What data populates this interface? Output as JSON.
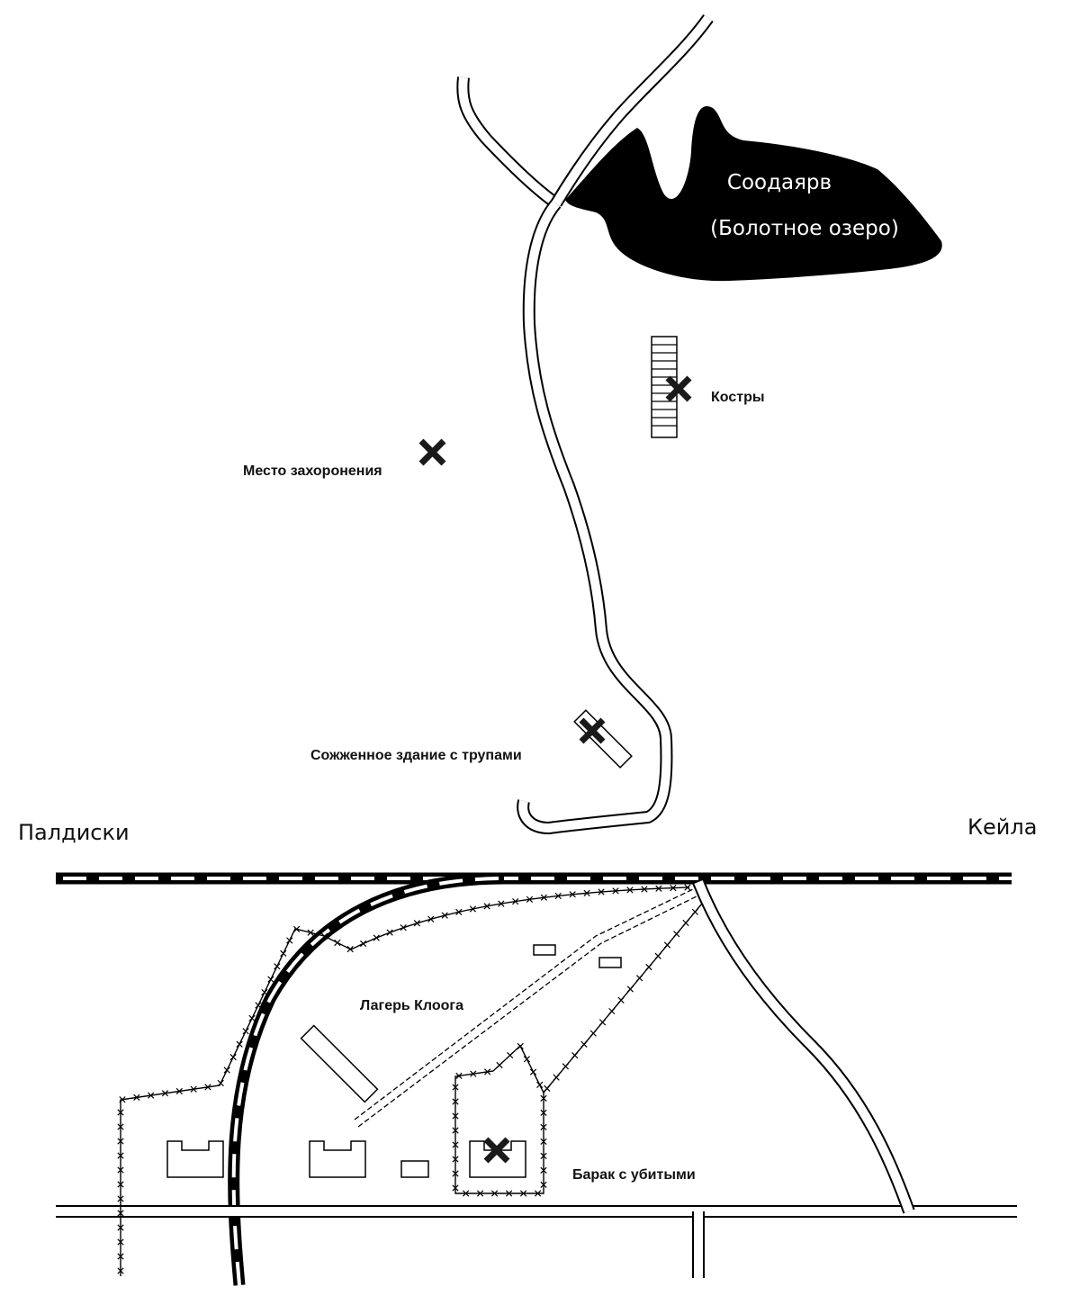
{
  "lake": {
    "name": "Соодаярв",
    "subtitle": "(Болотное озеро)"
  },
  "towns": {
    "left": "Палдиски",
    "right": "Кейла"
  },
  "sites": {
    "pyres": "Костры",
    "burial": "Место захоронения",
    "burned_building": "Сожженное здание с трупами",
    "camp": "Лагерь Клоога",
    "barrack": "Барак с убитыми"
  },
  "colors": {
    "ink": "#000000",
    "paper": "#ffffff"
  },
  "icons": {
    "site_marker": "cross-x-icon",
    "fence": "barbed-wire-fence",
    "railway": "railway-line",
    "road": "double-line-road"
  }
}
